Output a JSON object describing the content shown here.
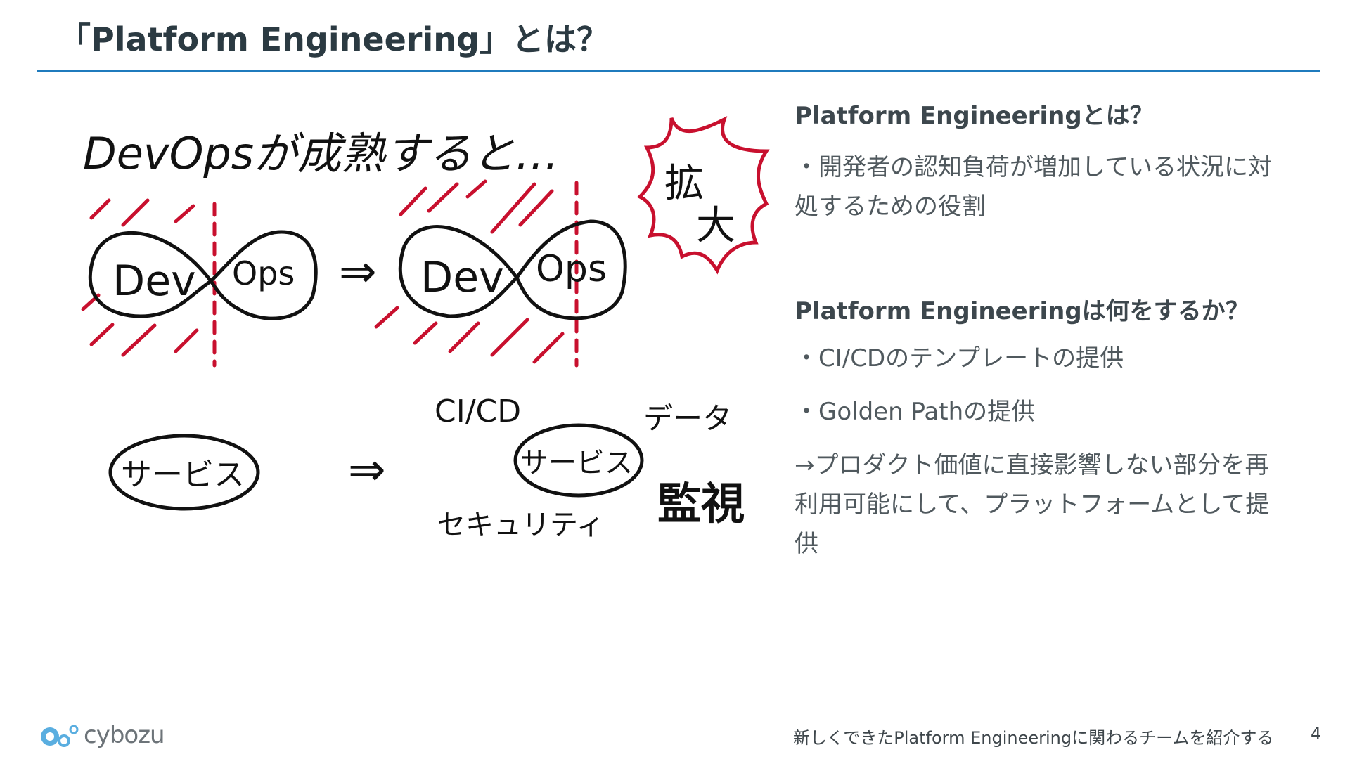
{
  "slide": {
    "title": "「Platform Engineering」とは？",
    "accent_color": "#1f7bbd",
    "sketch": {
      "caption": "DevOpsが成熟すると…",
      "dev_label": "Dev",
      "ops_label": "Ops",
      "arrow": "⇒",
      "burst_text": "拡大",
      "service_label": "サービス",
      "cicd_label": "CI/CD",
      "data_label": "データ",
      "security_label": "セキュリティ",
      "monitor_label": "監視",
      "ink_color": "#111111",
      "highlight_color": "#c8102e"
    },
    "sections": [
      {
        "heading": "Platform Engineeringとは？",
        "lines": [
          "・開発者の認知負荷が増加している状況に対処するための役割"
        ]
      },
      {
        "heading": "Platform Engineeringは何をするか？",
        "lines": [
          "・CI/CDのテンプレートの提供",
          "・Golden Pathの提供",
          "→プロダクト価値に直接影響しない部分を再利用可能にして、プラットフォームとして提供"
        ]
      }
    ],
    "footer": {
      "text": "新しくできたPlatform Engineeringに関わるチームを紹介する",
      "page_number": "4",
      "logo_text": "cybozu",
      "logo_color": "#5aaee0"
    }
  }
}
